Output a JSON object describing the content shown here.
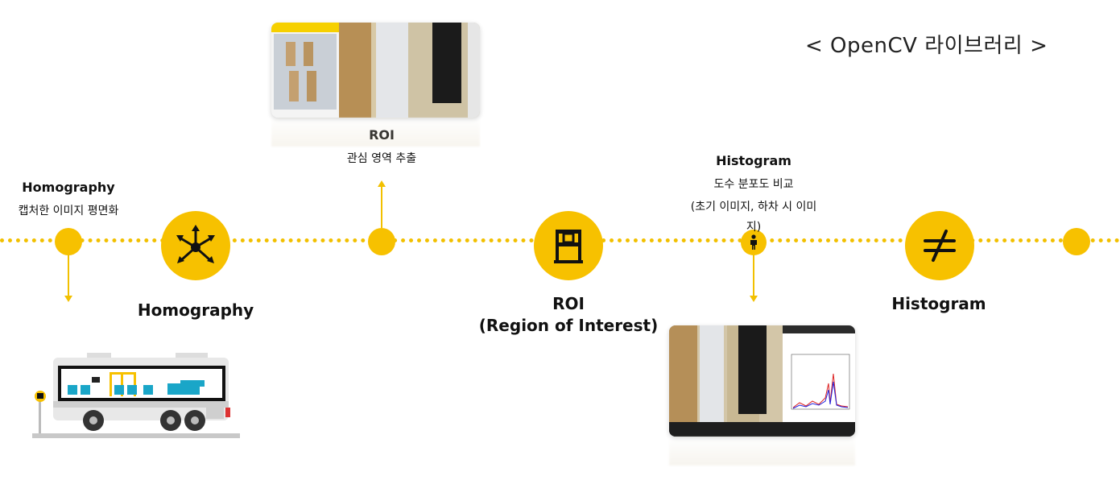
{
  "title": "< OpenCV 라이브러리 >",
  "items": {
    "homography": {
      "top_title": "Homography",
      "top_desc": "캡처한 이미지 평면화",
      "big_label": "Homography"
    },
    "roi": {
      "top_title": "ROI",
      "top_desc": "관심 영역 추출",
      "big_label_line1": "ROI",
      "big_label_line2": "(Region of Interest)"
    },
    "histogram": {
      "top_title": "Histogram",
      "top_desc_line1": "도수 분포도 비교",
      "top_desc_line2": "(초기 이미지, 하차 시 이미",
      "top_desc_line3": "지)",
      "big_label": "Histogram"
    }
  },
  "icons": {
    "homography": "network-arrows-icon",
    "roi": "table-icon",
    "histogram": "not-equal-icon",
    "person": "person-icon"
  },
  "colors": {
    "accent": "#f7c100",
    "bus_blue": "#1aa6c8"
  }
}
